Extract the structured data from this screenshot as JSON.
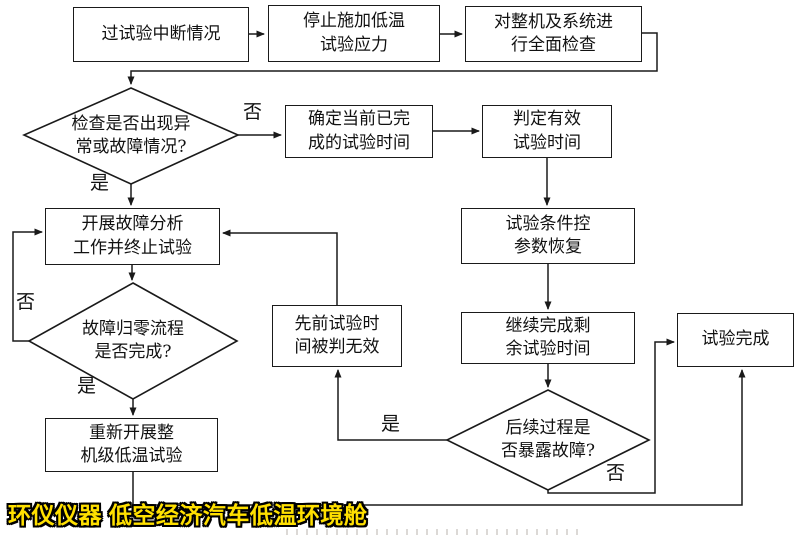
{
  "diagram": {
    "nodes": {
      "interrupt": {
        "label": "过试验中断情况"
      },
      "stop_stress": {
        "label": "停止施加低温\n试验应力"
      },
      "full_check": {
        "label": "对整机及系统进\n行全面检查"
      },
      "check_abnormal": {
        "label": "检查是否出现异\n常或故障情况?"
      },
      "confirm_time": {
        "label": "确定当前已完\n成的试验时间"
      },
      "judge_valid": {
        "label": "判定有效\n试验时间"
      },
      "restore_params": {
        "label": "试验条件控\n参数恢复"
      },
      "continue_remaining": {
        "label": "继续完成剩\n余试验时间"
      },
      "later_fault": {
        "label": "后续过程是\n否暴露故障?"
      },
      "test_done": {
        "label": "试验完成"
      },
      "prev_invalid": {
        "label": "先前试验时\n间被判无效"
      },
      "fault_analysis": {
        "label": "开展故障分析\n工作并终止试验"
      },
      "zero_process": {
        "label": "故障归零流程\n是否完成?"
      },
      "restart_test": {
        "label": "重新开展整\n机级低温试验"
      }
    },
    "edge_labels": {
      "d1_no": "否",
      "d1_yes": "是",
      "d2_no": "否",
      "d2_yes": "是",
      "d3_yes": "是",
      "d3_no": "否"
    },
    "colors": {
      "line": "#1a1a1a",
      "box_border": "#1a1a1a",
      "background": "#ffffff"
    }
  },
  "watermark": {
    "text": "环仪仪器 低空经济汽车低温环境舱",
    "fill": "#ffe000",
    "outline": "#000000"
  }
}
